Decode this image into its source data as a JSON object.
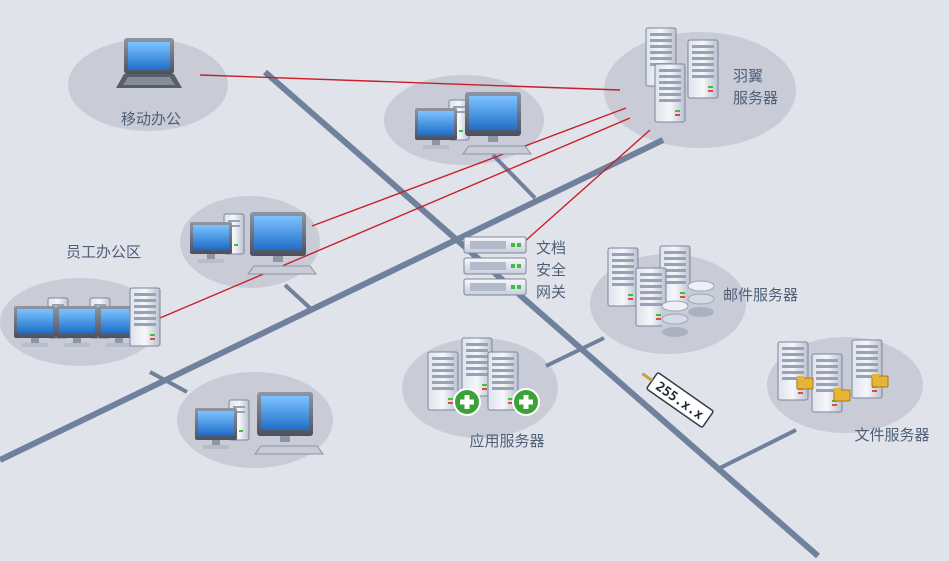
{
  "nodes": {
    "mobile_office": "移动办公",
    "yuyi_server_line1": "羽翼",
    "yuyi_server_line2": "服务器",
    "staff_office_area": "员工办公区",
    "doc_gateway_line1": "文档",
    "doc_gateway_line2": "安全",
    "doc_gateway_line3": "网关",
    "mail_server": "邮件服务器",
    "app_server": "应用服务器",
    "file_server": "文件服务器",
    "ip_tag": "255.x.x"
  },
  "colors": {
    "background": "#e1e3ea",
    "backbone": "#6f819c",
    "link": "#c8202a",
    "node_halo": "#c9ccd6",
    "label": "#4f5f78",
    "add_badge": "#3aa236"
  },
  "icons": {
    "laptop": "laptop-icon",
    "desktop": "desktop-computer-icon",
    "server": "server-tower-icon",
    "rack": "rack-server-icon",
    "database": "database-icon",
    "add": "plus-circle-icon",
    "folder": "folder-icon"
  }
}
